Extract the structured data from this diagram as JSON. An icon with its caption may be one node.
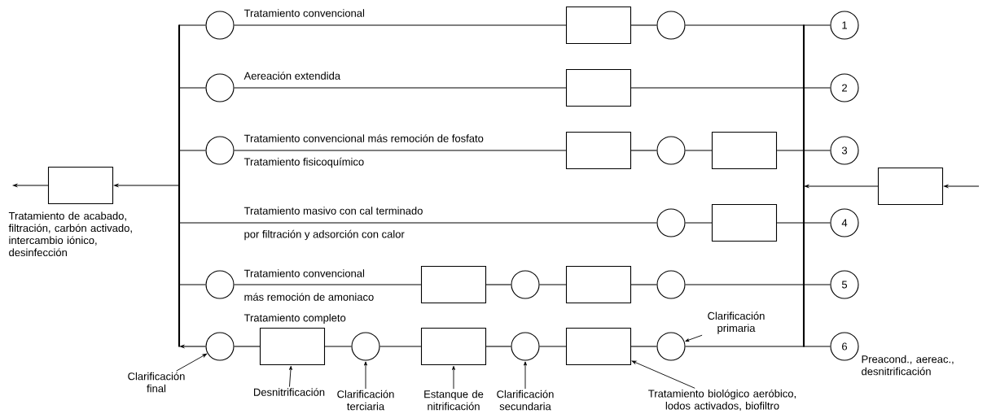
{
  "diagram": {
    "nodes": [
      {
        "text": [],
        "shape": "box",
        "beside": [
          "Tratamiento de acabado, filtración, carbón activado, intercambio iónico, desinfección"
        ]
      },
      {
        "text": [],
        "shape": "bar"
      },
      {
        "text": [],
        "shape": "bar"
      },
      {
        "text": [],
        "shape": "box"
      },
      {
        "text": [],
        "shape": "circle"
      },
      {
        "text": [],
        "shape": "box"
      },
      {
        "text": [],
        "shape": "circle"
      },
      {
        "text": [
          "1"
        ]
      },
      {
        "text": [],
        "shape": "circle"
      },
      {
        "text": [],
        "shape": "box"
      },
      {
        "text": [
          "2"
        ]
      },
      {
        "text": [],
        "shape": "circle"
      },
      {
        "text": [],
        "shape": "box"
      },
      {
        "text": [],
        "shape": "circle"
      },
      {
        "text": [],
        "shape": "box"
      },
      {
        "text": [
          "3"
        ]
      },
      {
        "text": [],
        "shape": "circle"
      },
      {
        "text": [],
        "shape": "box"
      },
      {
        "text": [
          "4"
        ]
      },
      {
        "text": [],
        "shape": "circle"
      },
      {
        "text": [],
        "shape": "box"
      },
      {
        "text": [],
        "shape": "circle"
      },
      {
        "text": [],
        "shape": "box"
      },
      {
        "text": [],
        "shape": "circle"
      },
      {
        "text": [
          "5"
        ]
      },
      {
        "text": [],
        "shape": "circle"
      },
      {
        "text": [],
        "shape": "box"
      },
      {
        "text": [],
        "shape": "circle"
      },
      {
        "text": [],
        "shape": "box"
      },
      {
        "text": [],
        "shape": "circle"
      },
      {
        "text": [],
        "shape": "box"
      },
      {
        "text": [],
        "shape": "circle"
      },
      {
        "text": [
          "6"
        ]
      },
      {
        "text": [
          "Clarificación final"
        ]
      },
      {
        "text": [
          "Desnitrificación"
        ]
      },
      {
        "text": [
          "Clarificación terciaria"
        ]
      },
      {
        "text": [
          "Estanque de nitrificación"
        ]
      },
      {
        "text": [
          "Clarificación secundaria"
        ]
      },
      {
        "text": [
          "Tratamiento biológico aeróbico, lodos activados, biofiltro"
        ]
      },
      {
        "text": [
          "Clarificación primaria"
        ]
      }
    ],
    "edges": [
      {
        "from": null,
        "to": 3,
        "arrow": "to"
      },
      {
        "from": 3,
        "to": 2,
        "arrow": "to"
      },
      {
        "from": 2,
        "to": 7,
        "arrow": "none"
      },
      {
        "from": 2,
        "to": 6,
        "arrow": "none"
      },
      {
        "from": 6,
        "to": 5,
        "arrow": "none"
      },
      {
        "from": 5,
        "to": 4,
        "arrow": "none"
      },
      {
        "from": 4,
        "to": 1,
        "arrow": "none"
      },
      {
        "from": 2,
        "to": 10,
        "arrow": "none"
      },
      {
        "from": 2,
        "to": 9,
        "arrow": "none"
      },
      {
        "from": 9,
        "to": 8,
        "arrow": "none"
      },
      {
        "from": 8,
        "to": 1,
        "arrow": "none"
      },
      {
        "from": 2,
        "to": 15,
        "arrow": "none"
      },
      {
        "from": 2,
        "to": 14,
        "arrow": "none"
      },
      {
        "from": 14,
        "to": 13,
        "arrow": "none"
      },
      {
        "from": 13,
        "to": 12,
        "arrow": "none"
      },
      {
        "from": 12,
        "to": 11,
        "arrow": "none"
      },
      {
        "from": 11,
        "to": 1,
        "arrow": "none"
      },
      {
        "from": 2,
        "to": 18,
        "arrow": "none"
      },
      {
        "from": 2,
        "to": 17,
        "arrow": "none"
      },
      {
        "from": 17,
        "to": 16,
        "arrow": "none"
      },
      {
        "from": 16,
        "to": 1,
        "arrow": "none"
      },
      {
        "from": 2,
        "to": 24,
        "arrow": "none"
      },
      {
        "from": 2,
        "to": 23,
        "arrow": "none"
      },
      {
        "from": 23,
        "to": 22,
        "arrow": "none"
      },
      {
        "from": 22,
        "to": 21,
        "arrow": "none"
      },
      {
        "from": 21,
        "to": 20,
        "arrow": "none"
      },
      {
        "from": 20,
        "to": 19,
        "arrow": "none"
      },
      {
        "from": 19,
        "to": 1,
        "arrow": "none"
      },
      {
        "from": 2,
        "to": 32,
        "arrow": "none"
      },
      {
        "from": 2,
        "to": 31,
        "arrow": "none"
      },
      {
        "from": 31,
        "to": 30,
        "arrow": "none"
      },
      {
        "from": 30,
        "to": 29,
        "arrow": "none"
      },
      {
        "from": 29,
        "to": 28,
        "arrow": "none"
      },
      {
        "from": 28,
        "to": 27,
        "arrow": "none"
      },
      {
        "from": 27,
        "to": 26,
        "arrow": "none"
      },
      {
        "from": 26,
        "to": 25,
        "arrow": "none"
      },
      {
        "from": 25,
        "to": 1,
        "arrow": "to"
      },
      {
        "from": 1,
        "to": 0,
        "arrow": "to"
      },
      {
        "from": 0,
        "to": null,
        "arrow": "to"
      },
      {
        "from": 33,
        "to": 25,
        "arrow": "to"
      },
      {
        "from": 34,
        "to": 26,
        "arrow": "to"
      },
      {
        "from": 35,
        "to": 27,
        "arrow": "to"
      },
      {
        "from": 36,
        "to": 28,
        "arrow": "to"
      },
      {
        "from": 37,
        "to": 29,
        "arrow": "to"
      },
      {
        "from": 38,
        "to": 30,
        "arrow": "to"
      },
      {
        "from": 39,
        "to": 31,
        "arrow": "to"
      }
    ],
    "labels": [
      "Tratamiento convencional",
      "Aereación extendida",
      "Tratamiento convencional más remoción de fosfato",
      "Tratamiento fisicoquímico",
      "Tratamiento masivo con cal terminado",
      "por filtración y adsorción con calor",
      "Tratamiento convencional",
      "más remoción de amoniaco",
      "Tratamiento completo",
      "Preacond., aereac., desnitrificación"
    ]
  }
}
